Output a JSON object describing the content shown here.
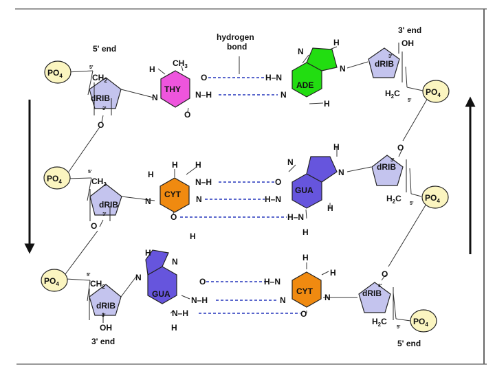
{
  "labels": {
    "five_end": "5' end",
    "three_end": "3' end",
    "hydrogen": "hydrogen",
    "bond": "bond",
    "po4": "PO",
    "po4_sub": "4",
    "drib": "dRIB",
    "ch2": "CH",
    "ch2_sub": "2",
    "h2c_h": "H",
    "h2c_sub": "2",
    "h2c_c": "C",
    "five_prime": "5'",
    "three_prime": "3'",
    "O": "O",
    "N": "N",
    "H": "H",
    "OH": "OH",
    "ch3": "CH",
    "ch3_sub": "3",
    "hn": "H–N",
    "nh": "N–H"
  },
  "bases": {
    "thy": "THY",
    "ade": "ADE",
    "cyt": "CYT",
    "gua": "GUA"
  },
  "colors": {
    "thy": "#ee55dd",
    "ade": "#22dd11",
    "cyt": "#f08a10",
    "gua": "#6655dd",
    "sugar": "#c4c4ee",
    "phosphate": "#fbf5c0",
    "hbond": "#2233bb"
  }
}
